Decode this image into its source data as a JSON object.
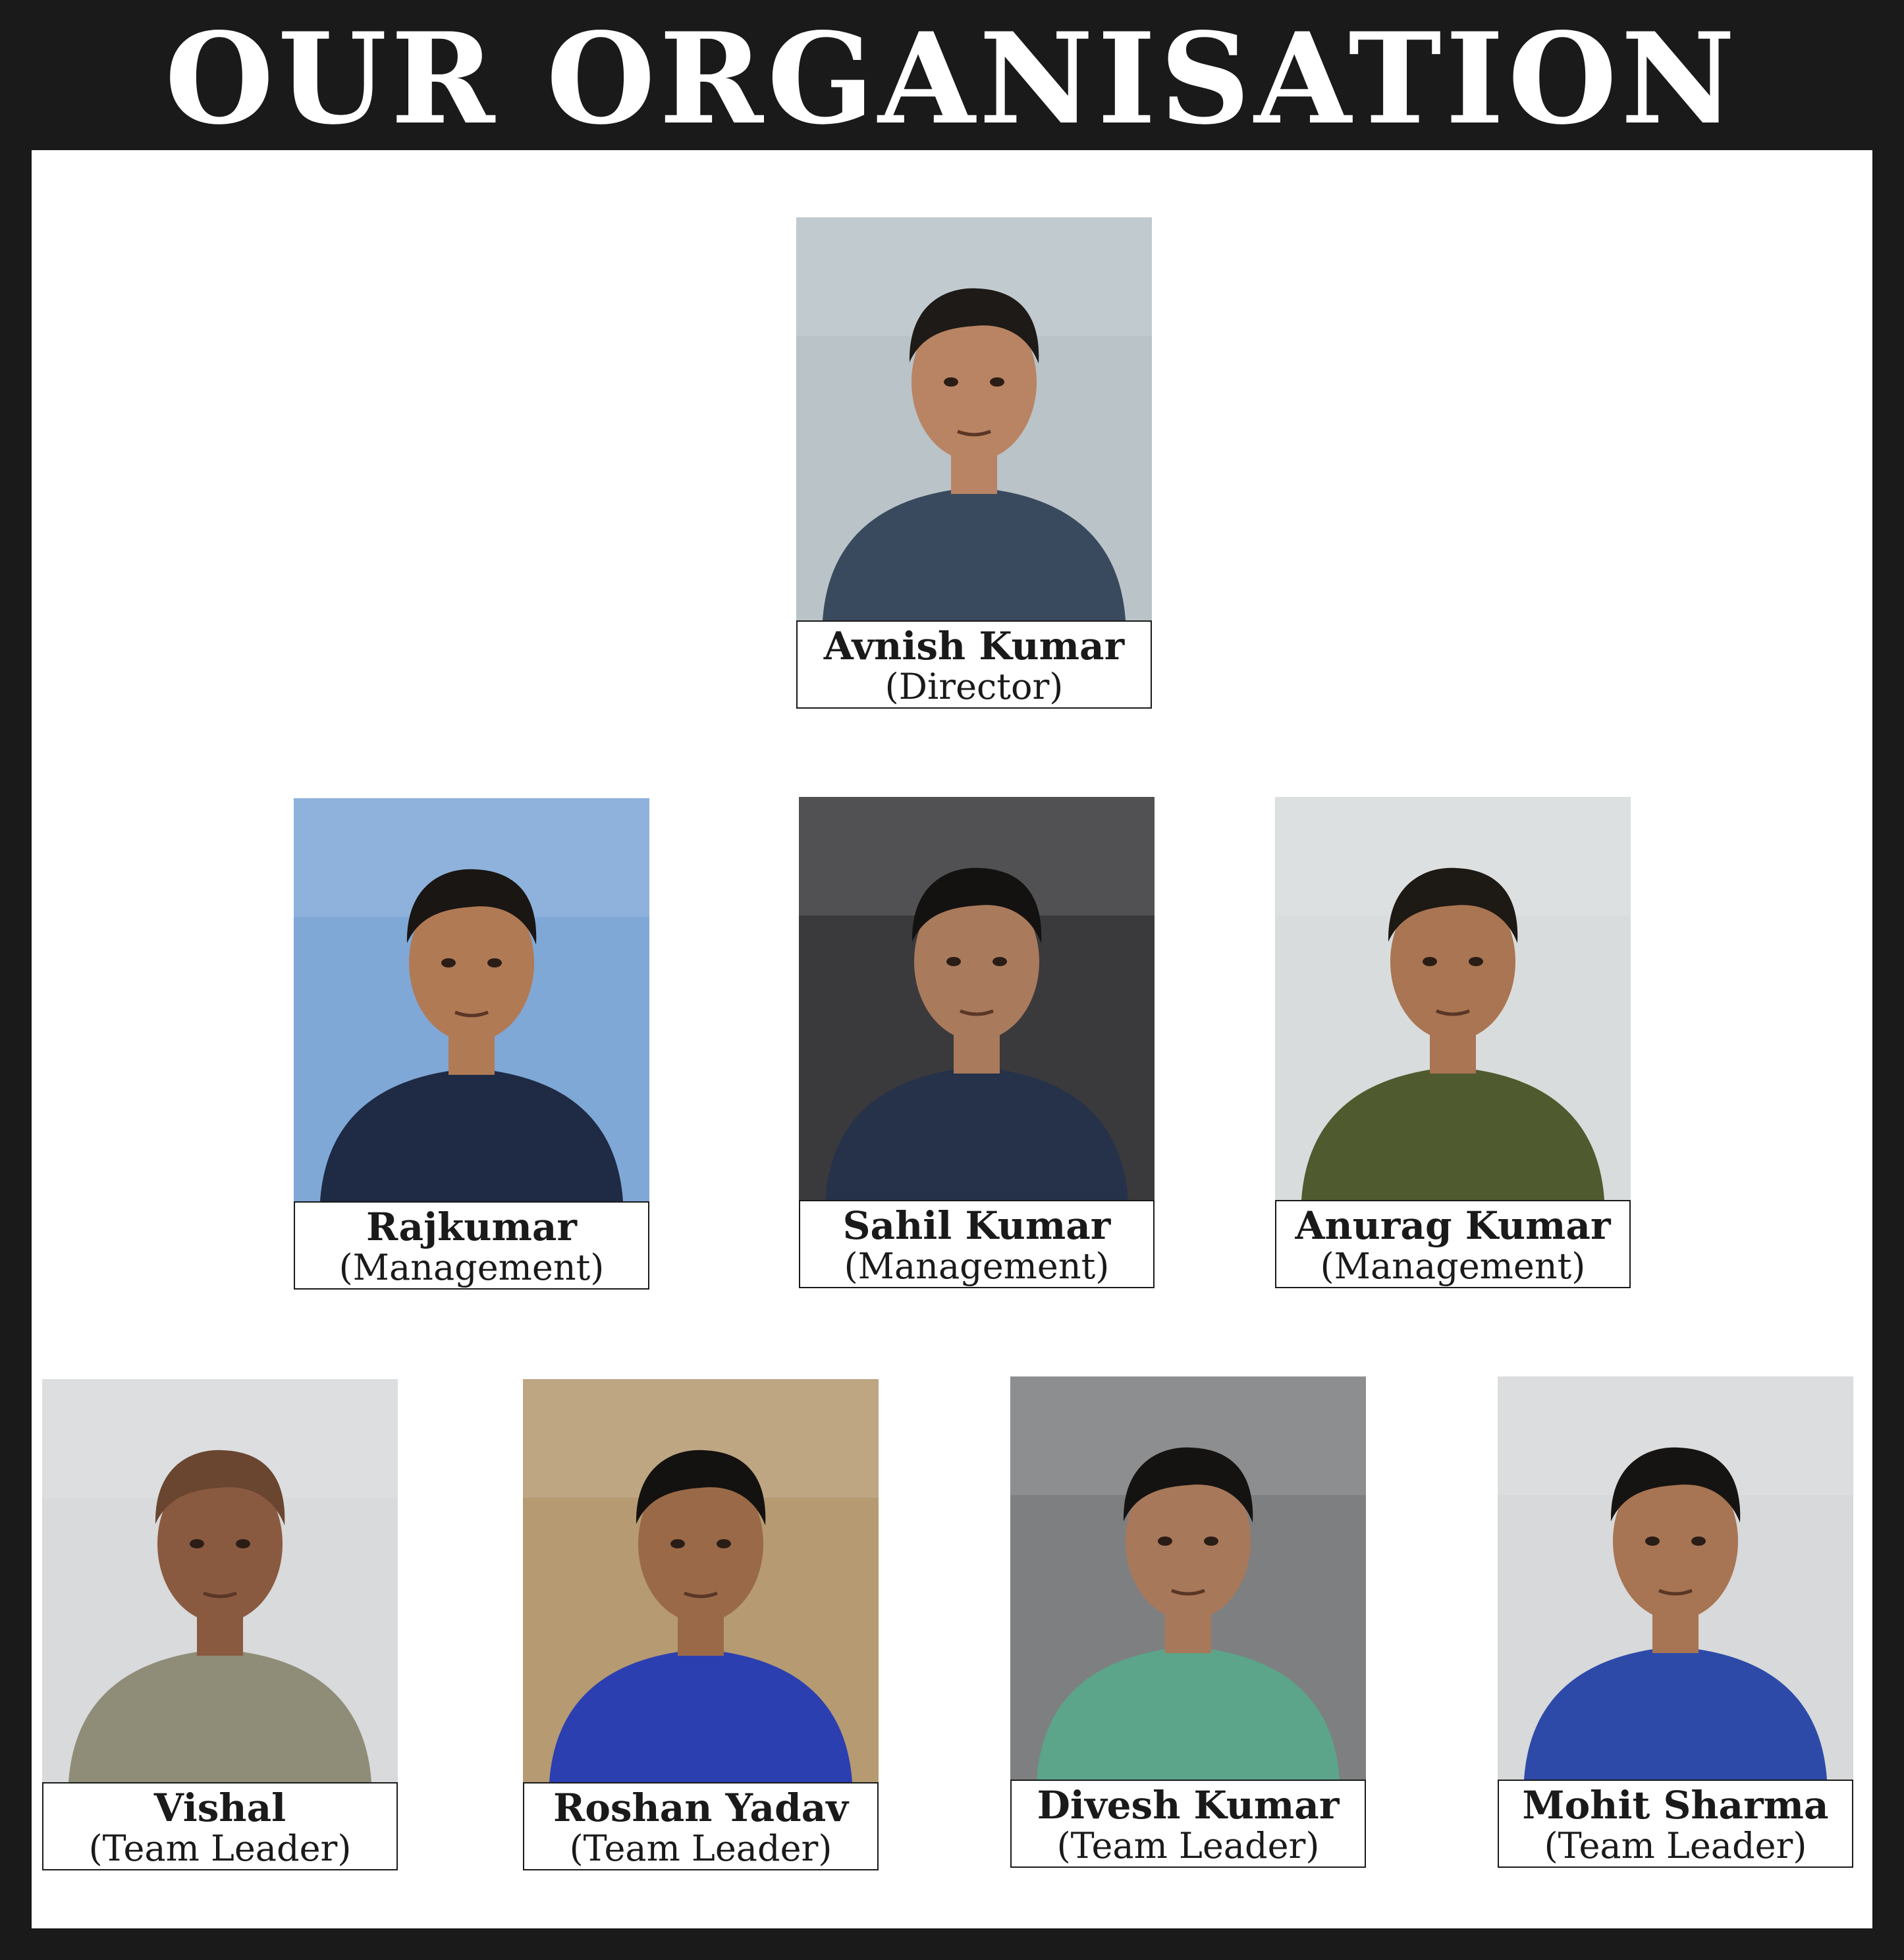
{
  "title": "OUR ORGANISATION",
  "members": [
    {
      "name": "Avnish Kumar",
      "role": "(Director)",
      "bg": "#b9c3c8",
      "shirt": "#3a4a5e",
      "skin": "#b98463",
      "hair": "#1e1a17"
    },
    {
      "name": "Rajkumar",
      "role": "(Management)",
      "bg": "#7fa8d6",
      "shirt": "#1f2a44",
      "skin": "#b07a55",
      "hair": "#1a1614"
    },
    {
      "name": "Sahil Kumar",
      "role": "(Management)",
      "bg": "#3a3a3c",
      "shirt": "#26324a",
      "skin": "#a97a5c",
      "hair": "#141210"
    },
    {
      "name": "Anurag Kumar",
      "role": "(Management)",
      "bg": "#d9dcdc",
      "shirt": "#4f5a2e",
      "skin": "#a97552",
      "hair": "#1d1915"
    },
    {
      "name": "Vishal",
      "role": "(Team Leader)",
      "bg": "#d8dadb",
      "shirt": "#8f8c78",
      "skin": "#8a5a40",
      "hair": "#6a4630"
    },
    {
      "name": "Roshan Yadav",
      "role": "(Team Leader)",
      "bg": "#b59a72",
      "shirt": "#2c3fb0",
      "skin": "#9a6a48",
      "hair": "#141210"
    },
    {
      "name": "Divesh Kumar",
      "role": "(Team Leader)",
      "bg": "#7e7f80",
      "shirt": "#5ca48a",
      "skin": "#a8785a",
      "hair": "#151311"
    },
    {
      "name": "Mohit Sharma",
      "role": "(Team Leader)",
      "bg": "#d7d9da",
      "shirt": "#2d4aa8",
      "skin": "#a77553",
      "hair": "#161412"
    }
  ]
}
